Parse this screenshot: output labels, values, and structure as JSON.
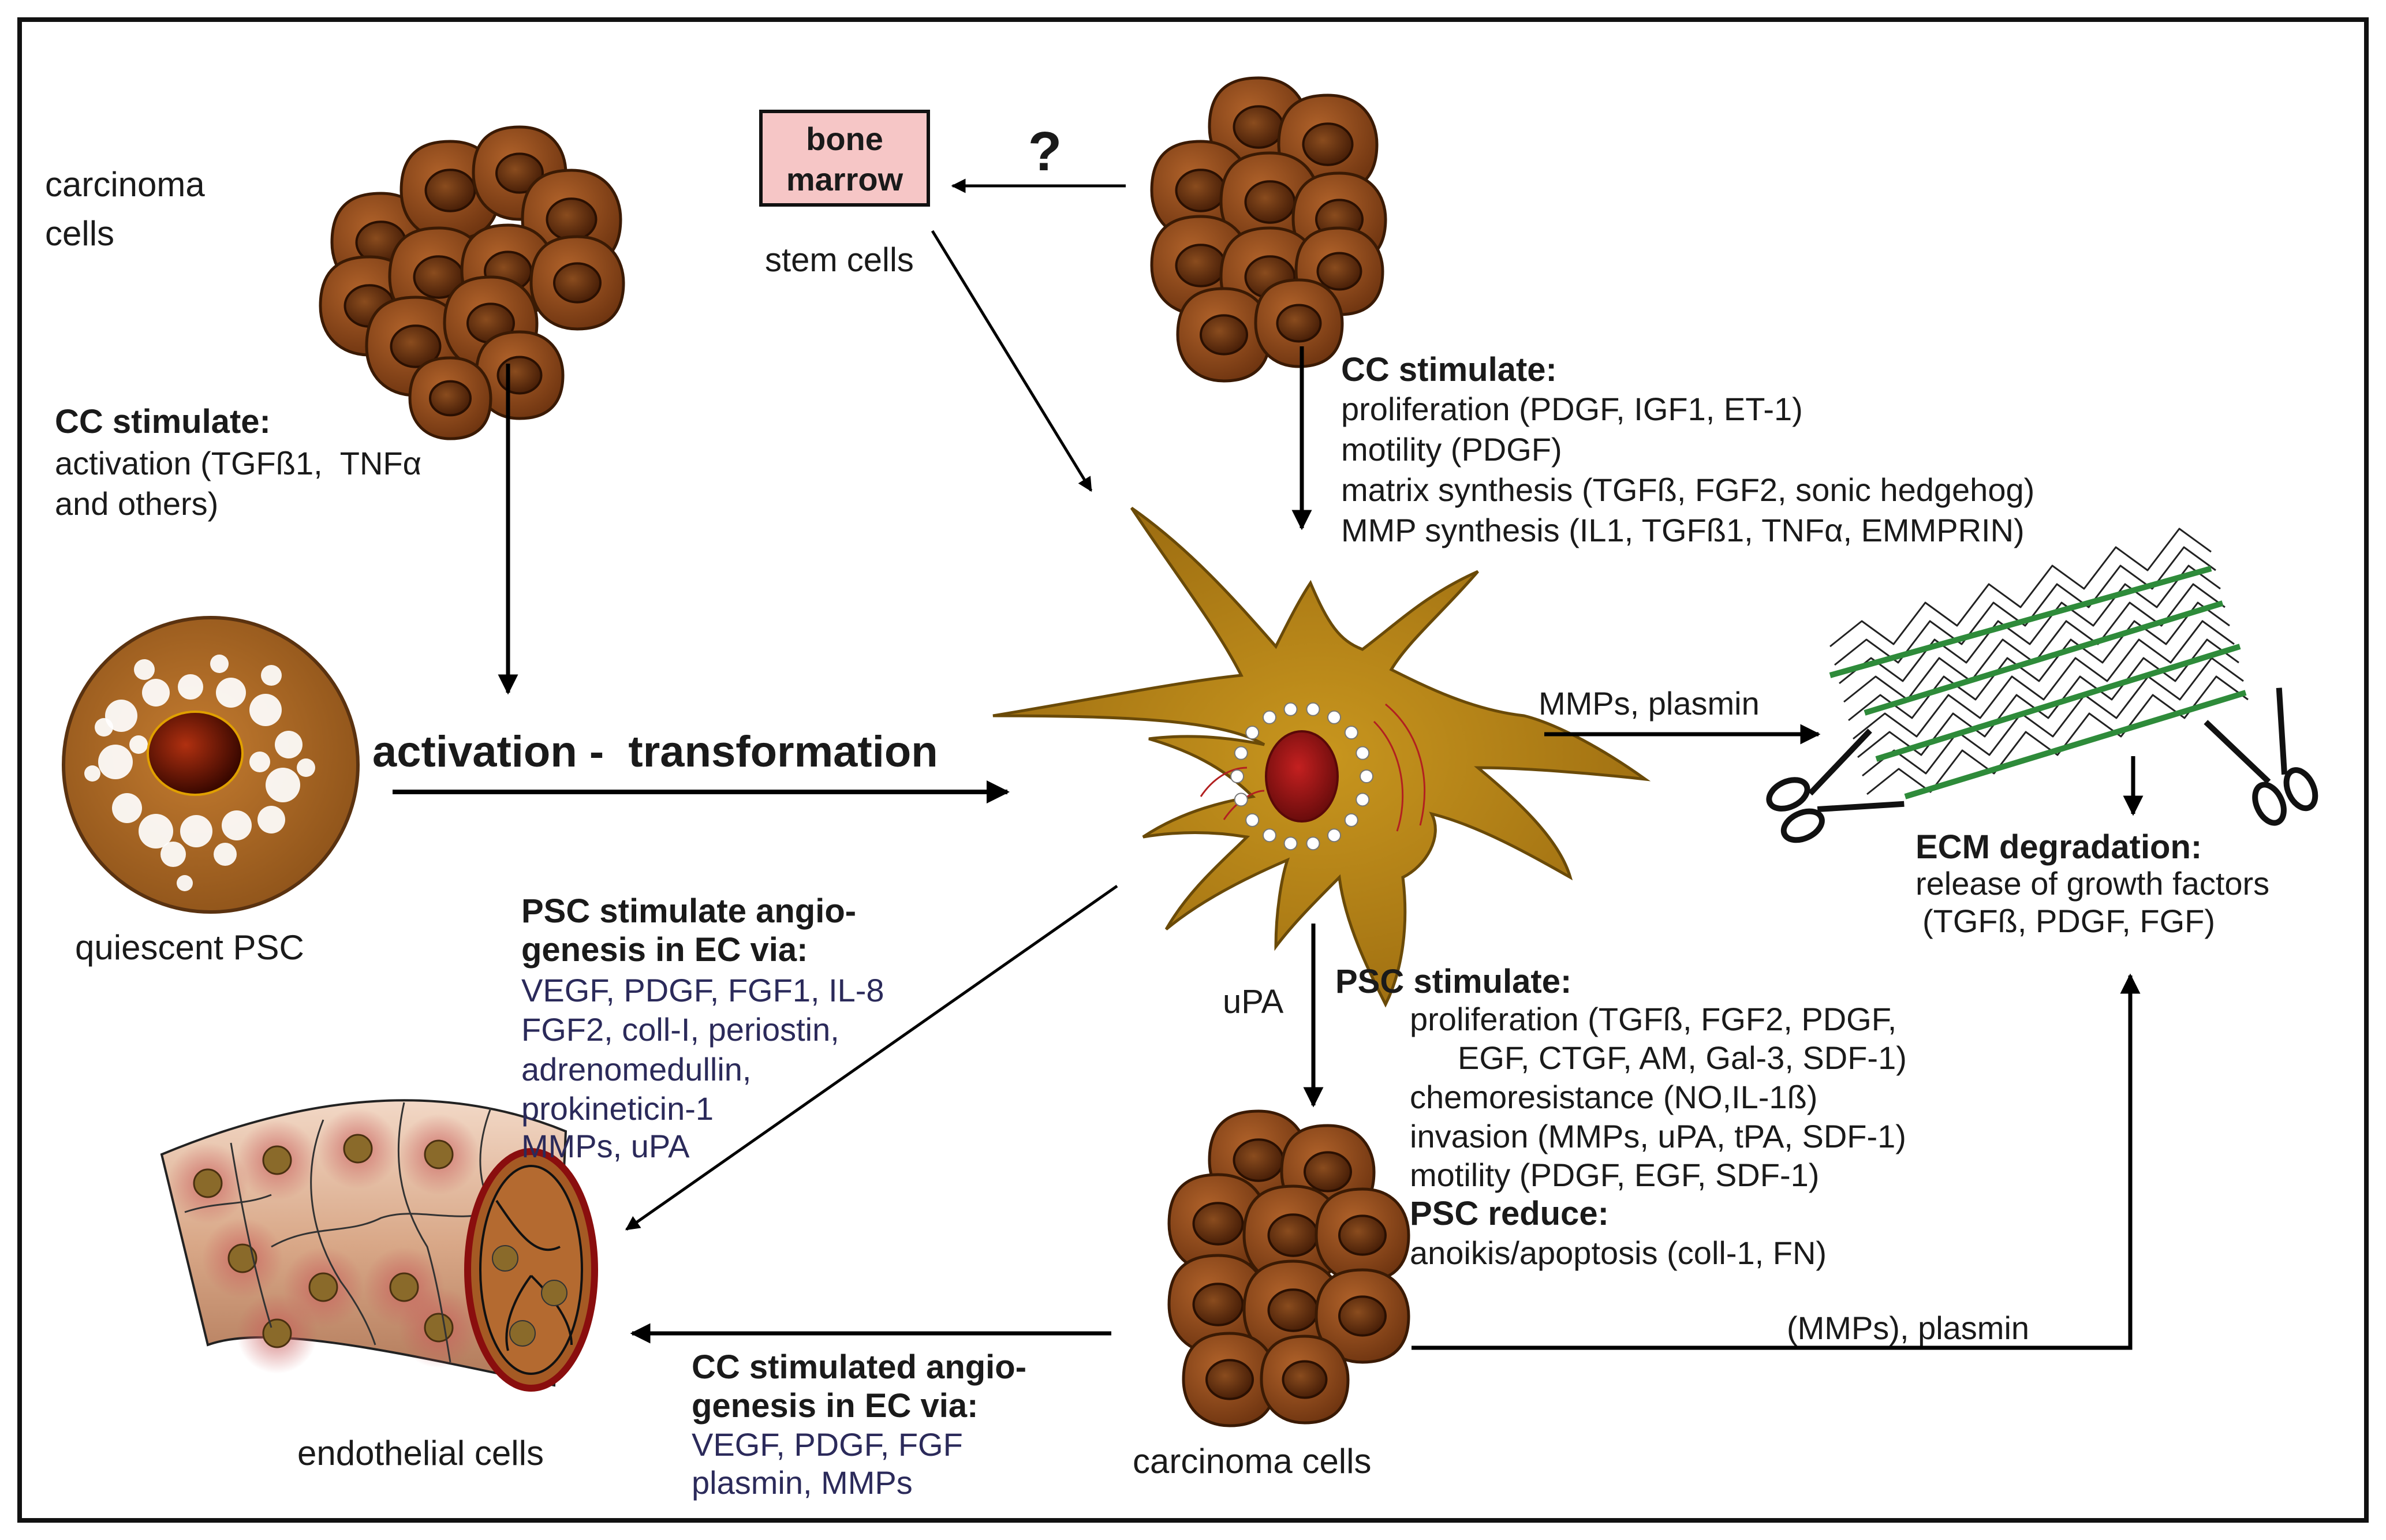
{
  "labels": {
    "carcinoma_cells_top": [
      "carcinoma",
      "cells"
    ],
    "bone_marrow": [
      "bone",
      "marrow"
    ],
    "question_mark": "?",
    "stem_cells": "stem cells",
    "quiescent_psc": "quiescent PSC",
    "activation_transformation": "activation -  transformation",
    "endothelial_cells": "endothelial cells",
    "carcinoma_cells_bottom": "carcinoma cells",
    "mmps_plasmin_top": "MMPs, plasmin",
    "mmps_plasmin_bottom": "(MMPs), plasmin",
    "upa": "uPA"
  },
  "blocks": {
    "cc_stimulate_left": {
      "heading": "CC stimulate:",
      "lines": [
        "activation (TGFß1,  TNFα",
        "and others)"
      ]
    },
    "cc_stimulate_right": {
      "heading": "CC stimulate:",
      "lines": [
        "proliferation (PDGF, IGF1, ET-1)",
        "motility (PDGF)",
        "matrix synthesis (TGFß, FGF2, sonic hedgehog)",
        "MMP synthesis (IL1, TGFß1, TNFα, EMMPRIN)"
      ]
    },
    "psc_angiogenesis": {
      "heading": [
        "PSC stimulate angio-",
        "genesis in EC via:"
      ],
      "lines": [
        "VEGF, PDGF, FGF1, IL-8",
        "FGF2, coll-I, periostin,",
        "adrenomedullin,",
        "prokineticin-1",
        "MMPs, uPA"
      ]
    },
    "psc_stimulate": {
      "heading": "PSC stimulate:",
      "lines": [
        "proliferation (TGFß, FGF2, PDGF,",
        "EGF, CTGF, AM, Gal-3, SDF-1)",
        "chemoresistance (NO,IL-1ß)",
        "invasion (MMPs, uPA, tPA, SDF-1)",
        "motility (PDGF, EGF, SDF-1)"
      ],
      "heading2": "PSC reduce:",
      "lines2": [
        "anoikis/apoptosis (coll-1, FN)"
      ]
    },
    "ecm": {
      "heading": "ECM degradation:",
      "lines": [
        "release of growth factors",
        "(TGFß, PDGF, FGF)"
      ]
    },
    "cc_angiogenesis": {
      "heading": [
        "CC stimulated angio-",
        "genesis in EC via:"
      ],
      "lines": [
        "VEGF, PDGF, FGF",
        "plasmin, MMPs"
      ]
    }
  },
  "colors": {
    "cell_fill": "#8a4416",
    "cell_nucleus": "#6b3210",
    "psc_body": "#b07e14",
    "psc_nucleus": "#8b1414",
    "quiescent_body": "#a86a2a",
    "bone_marrow_box": "#f6c6c6",
    "ecm_fiber": "#2e8b3a",
    "navy_text": "#2b2a5a"
  }
}
